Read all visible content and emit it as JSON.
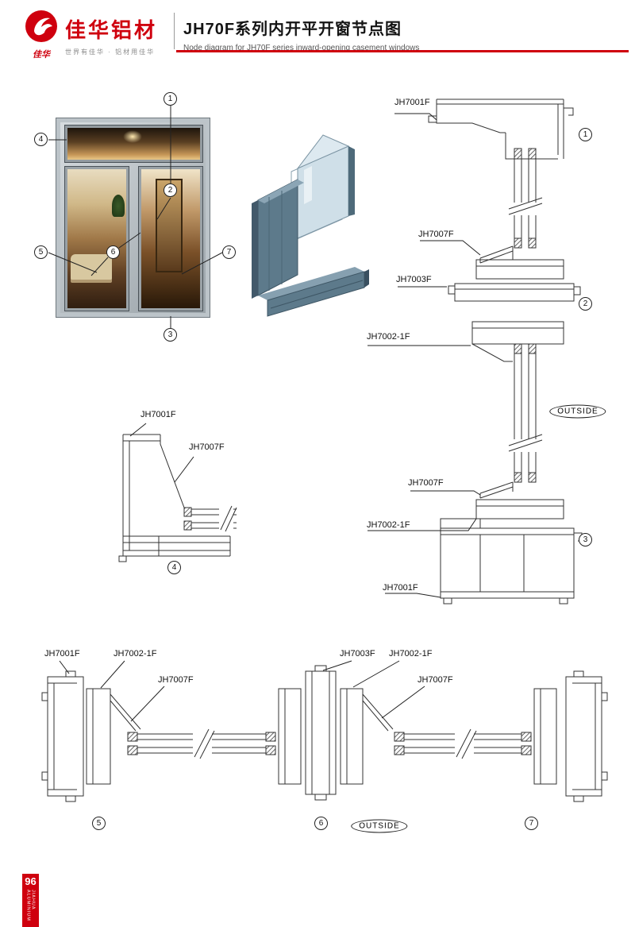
{
  "header": {
    "logo": {
      "signature": "佳华",
      "brand": "佳华铝材",
      "tagline": "世界有佳华 · 铝材用佳华"
    },
    "title_cn": "JH70F系列内开平开窗节点图",
    "title_en": "Node diagram for JH70F series inward-opening casement windows"
  },
  "window": {
    "callouts": [
      "1",
      "2",
      "3",
      "4",
      "5",
      "6",
      "7"
    ]
  },
  "vertical_section": {
    "labels": [
      "JH7001F",
      "JH7007F",
      "JH7003F",
      "JH7002-1F",
      "JH7007F",
      "JH7002-1F",
      "JH7001F"
    ],
    "callouts": [
      "1",
      "2",
      "3"
    ],
    "outside_label": "OUTSIDE"
  },
  "corner_detail": {
    "labels": [
      "JH7001F",
      "JH7007F"
    ],
    "callout": "4"
  },
  "horizontal_section": {
    "labels": [
      "JH7001F",
      "JH7002-1F",
      "JH7007F",
      "JH7003F",
      "JH7002-1F",
      "JH7007F"
    ],
    "callouts": [
      "5",
      "6",
      "7"
    ],
    "outside_label": "OUTSIDE"
  },
  "footer": {
    "page_number": "96",
    "brand": "JIAHUA ALUMINIUM"
  }
}
